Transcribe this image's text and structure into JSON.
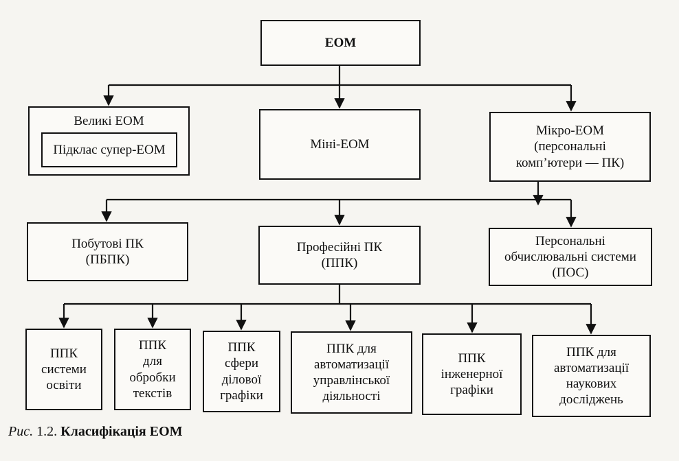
{
  "nodes": {
    "root": "ЕОМ",
    "large": "Великі ЕОМ",
    "super": "Підклас супер-ЕОМ",
    "mini": "Міні-ЕОМ",
    "micro": "Мікро-ЕОМ\n(персональні\nкомп’ютери — ПК)",
    "household": "Побутові ПК\n(ПБПК)",
    "professional": "Професійні ПК\n(ППК)",
    "pos": "Персональні\nобчислювальні системи\n(ПОС)",
    "education": "ППК\nсистеми\nосвіти",
    "text_processing": "ППК\nдля\nобробки\nтекстів",
    "business_graphics": "ППК\nсфери\nділової\nграфіки",
    "management": "ППК для\nавтоматизації\nуправлінської\nдіяльності",
    "engineering": "ППК\nінженерної\nграфіки",
    "research": "ППК для\nавтоматизації\nнаукових\nдосліджень"
  },
  "caption": {
    "prefix": "Рис.",
    "number": "1.2.",
    "title": "Класифікація ЕОМ"
  }
}
